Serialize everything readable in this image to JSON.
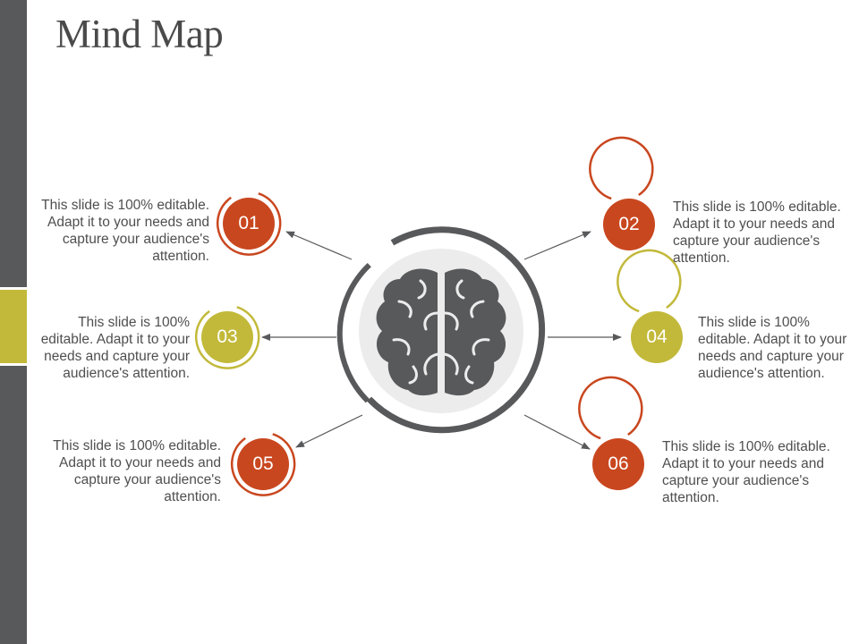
{
  "slide": {
    "title": "Mind Map"
  },
  "colors": {
    "orange": "#c9471f",
    "olive": "#c2b93a",
    "dark": "#58595b",
    "light": "#ececec",
    "text": "#4f4f4f"
  },
  "center_icon": "brain-icon",
  "nodes": [
    {
      "number": "01",
      "color": "orange",
      "text": "This slide is 100% editable. Adapt it to your needs and capture your audience's attention."
    },
    {
      "number": "02",
      "color": "orange",
      "text": "This slide is 100% editable. Adapt it to your needs and capture your audience's attention."
    },
    {
      "number": "03",
      "color": "olive",
      "text": "This slide is 100% editable. Adapt it to your needs and capture your audience's attention."
    },
    {
      "number": "04",
      "color": "olive",
      "text": "This slide is 100% editable. Adapt it to your needs and capture your audience's attention."
    },
    {
      "number": "05",
      "color": "orange",
      "text": "This slide is 100% editable. Adapt it to your needs and capture your audience's attention."
    },
    {
      "number": "06",
      "color": "orange",
      "text": "This slide is 100% editable. Adapt it to your needs and capture your audience's attention."
    }
  ]
}
